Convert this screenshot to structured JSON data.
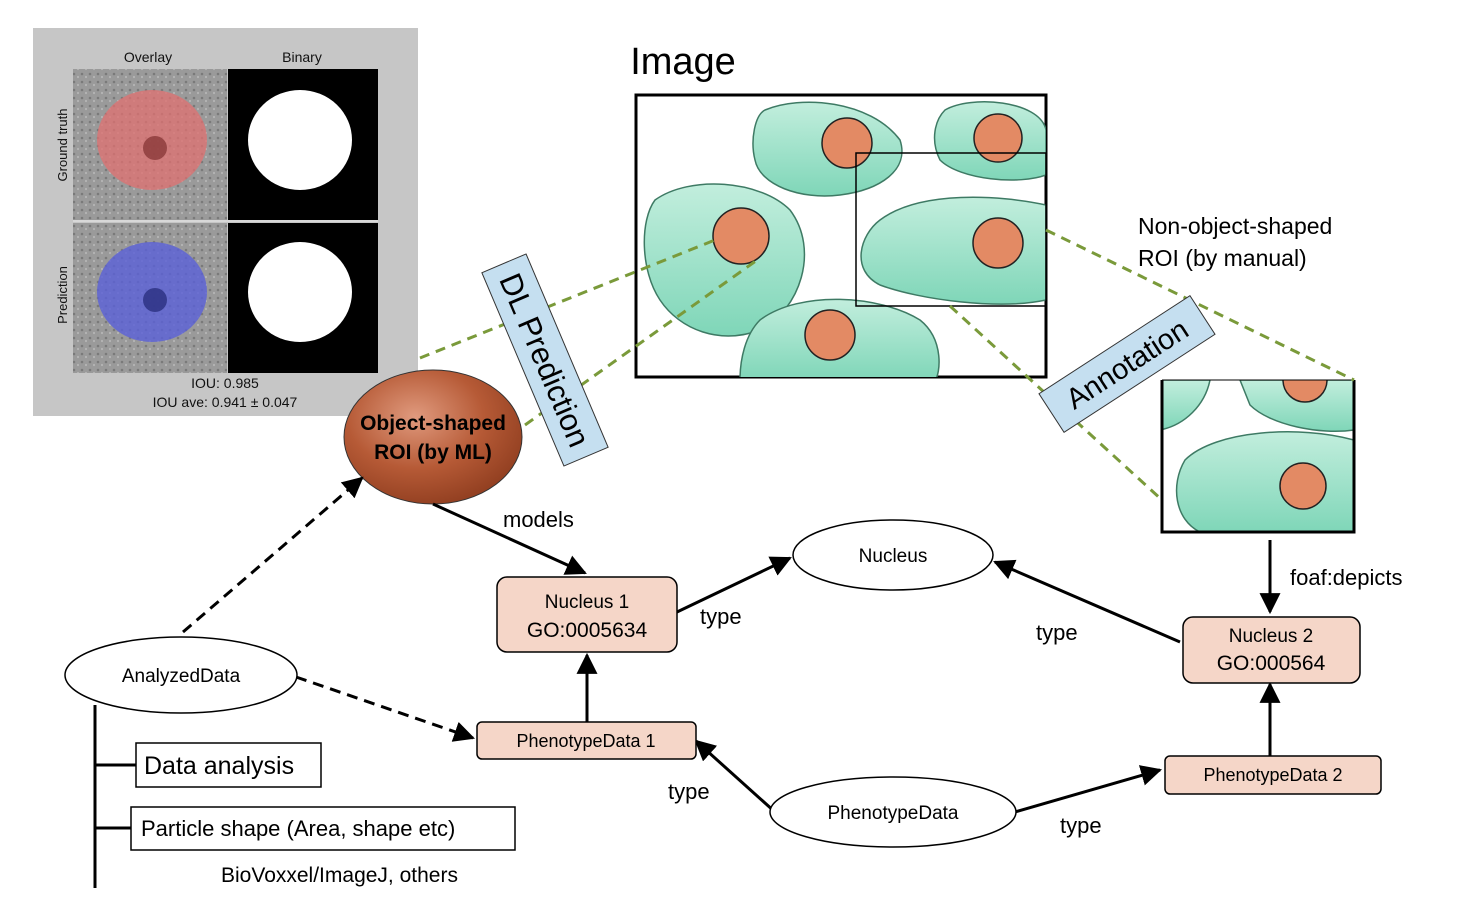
{
  "em_panel": {
    "col_overlay": "Overlay",
    "col_binary": "Binary",
    "row_ground_truth": "Ground truth",
    "row_prediction": "Prediction",
    "iou": "IOU: 0.985",
    "iou_ave": "IOU ave: 0.941 ± 0.047"
  },
  "image_title": "Image",
  "labels": {
    "dl_prediction": "DL Prediction",
    "annotation": "Annotation",
    "non_object_line1": "Non-object-shaped",
    "non_object_line2": "ROI (by manual)",
    "object_roi_line1": "Object-shaped",
    "object_roi_line2": "ROI (by ML)",
    "models": "models",
    "foaf_depicts": "foaf:depicts",
    "type_1": "type",
    "type_2": "type",
    "type_3": "type",
    "type_4": "type"
  },
  "nodes": {
    "nucleus": "Nucleus",
    "nucleus1_line1": "Nucleus 1",
    "nucleus1_line2": "GO:0005634",
    "nucleus2_line1": "Nucleus 2",
    "nucleus2_line2": "GO:000564",
    "analyzed_data": "AnalyzedData",
    "phenotype_data1": "PhenotypeData 1",
    "phenotype_data2": "PhenotypeData 2",
    "phenotype_data": "PhenotypeData"
  },
  "tree": {
    "data_analysis": "Data analysis",
    "particle_shape": "Particle shape (Area, shape etc)",
    "biovoxxel": "BioVoxxel/ImageJ, others"
  },
  "colors": {
    "cell_fill": "#8fdcc2",
    "nucleus_fill": "#e38a64",
    "ml_roi": "#b65a36",
    "rdf_box": "#f5d6c8",
    "label_box": "#c5dff0",
    "dash_green": "#7a9a3a"
  }
}
